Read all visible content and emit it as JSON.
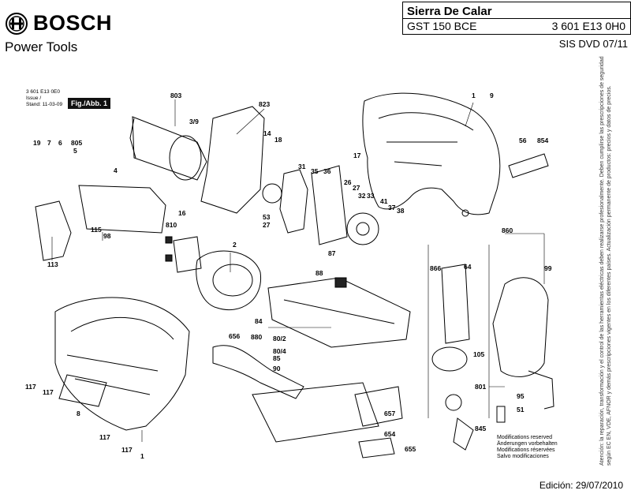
{
  "header": {
    "brand": "BOSCH",
    "tagline": "Power Tools",
    "title": "Sierra De Calar",
    "model": "GST 150 BCE",
    "part_number": "3 601 E13 0H0",
    "sis": "SIS DVD 07/11"
  },
  "figure": {
    "doc_number": "3 601 E13 0E0",
    "issue_label": "Issue /",
    "stand_label": "Stand:",
    "stand_date": "11-03-09",
    "fig_label": "Fig./Abb. 1"
  },
  "callouts": [
    "1",
    "9",
    "803",
    "823",
    "3/9",
    "14",
    "18",
    "17",
    "56",
    "854",
    "19",
    "7",
    "6",
    "805",
    "5",
    "31",
    "35",
    "36",
    "26",
    "27",
    "32",
    "33",
    "41",
    "37",
    "38",
    "4",
    "16",
    "810",
    "115",
    "98",
    "53",
    "27",
    "2",
    "113",
    "860",
    "87",
    "866",
    "64",
    "99",
    "88",
    "84",
    "880",
    "80/2",
    "80/4",
    "85",
    "90",
    "656",
    "105",
    "801",
    "95",
    "51",
    "845",
    "117",
    "117",
    "8",
    "117",
    "117",
    "1",
    "657",
    "654",
    "655"
  ],
  "modifications": [
    "Modifications reserved",
    "Änderungen vorbehalten",
    "Modifications réservées",
    "Salvo modificaciones"
  ],
  "legal_text": "Atención: la reparación, transformación y el control de las herramientas eléctricas deben realizarse profesionalmente. Deben cumplirse las prescripciones de seguridad según EC EN, VDE, AFNOR y demás prescripciones vigentes en los diferentes países. Actualización permanente de productos: precios y datos de precios.",
  "edition": "Edición: 29/07/2010"
}
